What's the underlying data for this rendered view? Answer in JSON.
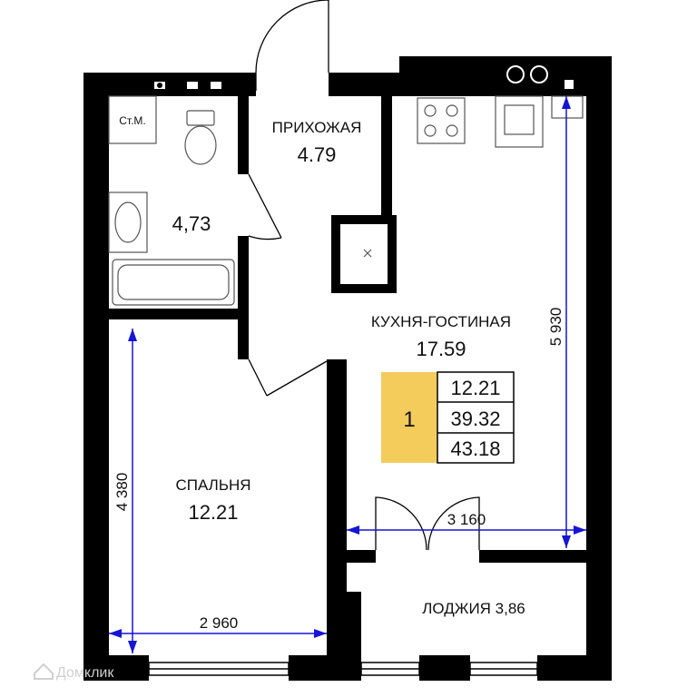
{
  "rooms": {
    "hallway": {
      "name": "ПРИХОЖАЯ",
      "area": "4.79"
    },
    "bathroom": {
      "area": "4,73",
      "washer": "Ст.М."
    },
    "kitchen_living": {
      "name": "КУХНЯ-ГОСТИНАЯ",
      "area": "17.59"
    },
    "bedroom": {
      "name": "СПАЛЬНЯ",
      "area": "12.21"
    },
    "loggia": {
      "name": "ЛОДЖИЯ 3,86"
    }
  },
  "summary": {
    "rooms_count": "1",
    "living_area": "12.21",
    "total_area": "39.32",
    "area_with_loggia": "43.18"
  },
  "dimensions": {
    "bedroom_height": "4 380",
    "bedroom_width": "2 960",
    "kitchen_height": "5 930",
    "kitchen_width": "3 160"
  },
  "watermark": "Домклик",
  "colors": {
    "wall": "#000000",
    "dimension_line": "#1515d6",
    "badge_fill": "#f3cc5c",
    "fixture_stroke": "#555555"
  }
}
